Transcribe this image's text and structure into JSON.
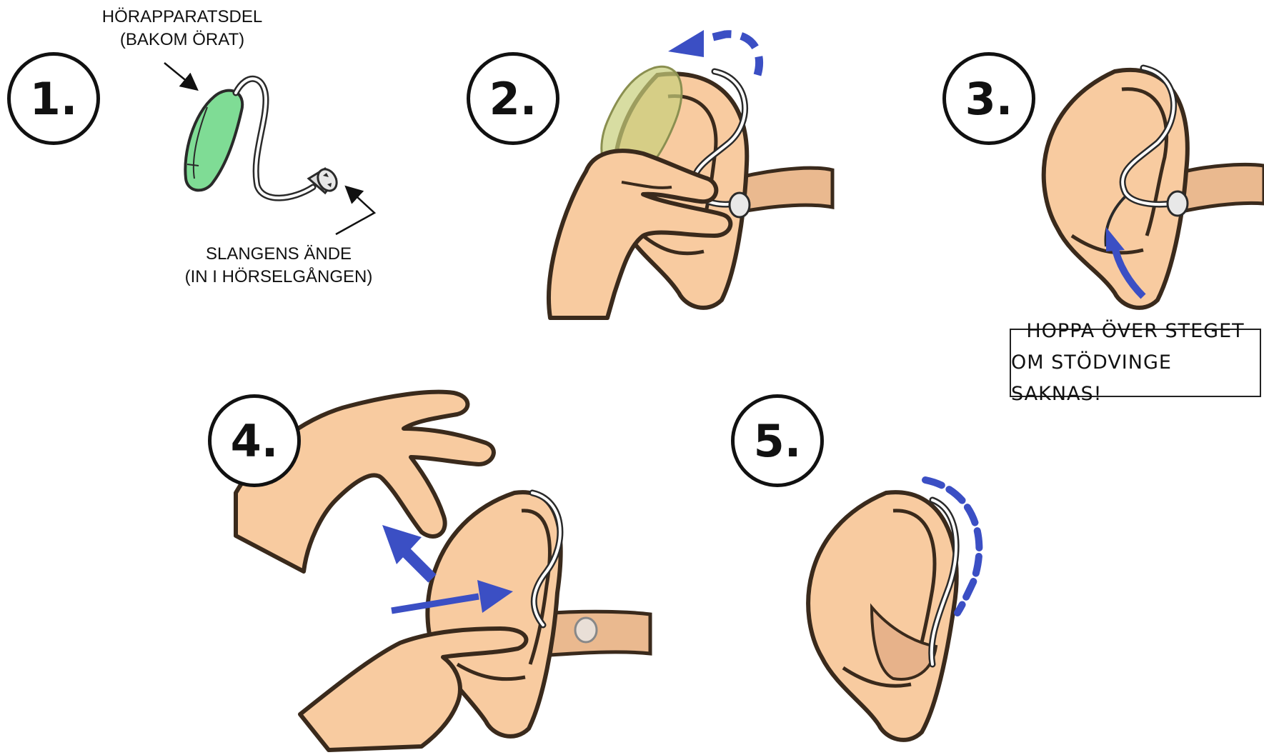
{
  "steps": [
    {
      "number": "1."
    },
    {
      "number": "2."
    },
    {
      "number": "3."
    },
    {
      "number": "4."
    },
    {
      "number": "5."
    }
  ],
  "step1": {
    "device_label_line1": "HÖRAPPARATSDEL",
    "device_label_line2": "(BAKOM ÖRAT)",
    "tube_label_line1": "SLANGENS ÄNDE",
    "tube_label_line2": "(IN I HÖRSELGÅNGEN)"
  },
  "step3_note": {
    "line1": "HOPPA ÖVER STEGET",
    "line2": "OM STÖDVINGE SAKNAS!"
  },
  "colors": {
    "skin": "#f8cba0",
    "skin_dark": "#eab98f",
    "outline": "#3a2a1c",
    "device_green": "#7fdc95",
    "arrow_blue": "#3b4fc4"
  }
}
